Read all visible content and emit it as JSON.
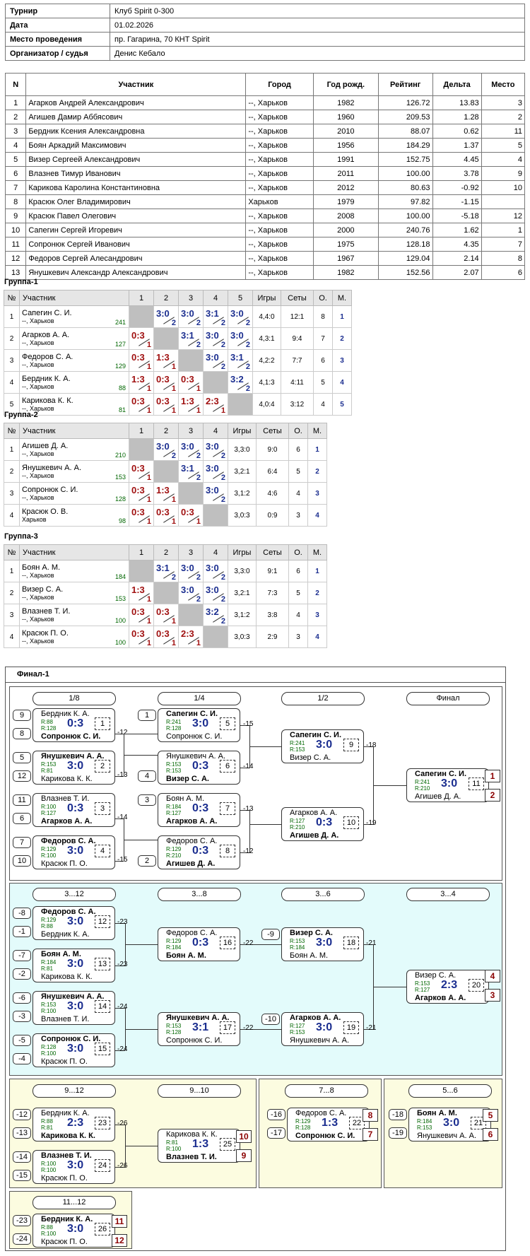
{
  "info": [
    [
      "Турнир",
      "Клуб Spirit 0-300"
    ],
    [
      "Дата",
      "01.02.2026"
    ],
    [
      "Место проведения",
      "пр. Гагарина, 70 КНТ Spirit"
    ],
    [
      "Организатор / судья",
      "Денис Кебало"
    ]
  ],
  "players_header": [
    "N",
    "Участник",
    "Город",
    "Год рожд.",
    "Рейтинг",
    "Дельта",
    "Место"
  ],
  "players": [
    [
      "1",
      "Агарков Андрей Александрович",
      "--, Харьков",
      "1982",
      "126.72",
      "13.83",
      "3"
    ],
    [
      "2",
      "Агишев Дамир Аббясович",
      "--, Харьков",
      "1960",
      "209.53",
      "1.28",
      "2"
    ],
    [
      "3",
      "Бердник Ксения Александровна",
      "--, Харьков",
      "2010",
      "88.07",
      "0.62",
      "11"
    ],
    [
      "4",
      "Боян Аркадий Максимович",
      "--, Харьков",
      "1956",
      "184.29",
      "1.37",
      "5"
    ],
    [
      "5",
      "Визер Сергеей Александрович",
      "--, Харьков",
      "1991",
      "152.75",
      "4.45",
      "4"
    ],
    [
      "6",
      "Влазнев Тимур Иванович",
      "--, Харьков",
      "2011",
      "100.00",
      "3.78",
      "9"
    ],
    [
      "7",
      "Карикова Каролина Константиновна",
      "--, Харьков",
      "2012",
      "80.63",
      "-0.92",
      "10"
    ],
    [
      "8",
      "Красюк Олег Владимирович",
      "Харьков",
      "1979",
      "97.82",
      "-1.15",
      ""
    ],
    [
      "9",
      "Красюк Павел Олегович",
      "--, Харьков",
      "2008",
      "100.00",
      "-5.18",
      "12"
    ],
    [
      "10",
      "Сапегин Сергей Игоревич",
      "--, Харьков",
      "2000",
      "240.76",
      "1.62",
      "1"
    ],
    [
      "11",
      "Сопронюк Сергей Иванович",
      "--, Харьков",
      "1975",
      "128.18",
      "4.35",
      "7"
    ],
    [
      "12",
      "Федоров Сергей Алесандрович",
      "--, Харьков",
      "1967",
      "129.04",
      "2.14",
      "8"
    ],
    [
      "13",
      "Янушкевич Александр Александрович",
      "--, Харьков",
      "1982",
      "152.56",
      "2.07",
      "6"
    ]
  ],
  "group_header": {
    "no": "№",
    "player": "Участник",
    "games": "Игры",
    "sets": "Сеты",
    "points": "О.",
    "place": "М."
  },
  "groups": [
    {
      "title": "Группа-1",
      "rows": [
        {
          "n": "1",
          "name": "Сапегин С. И.",
          "city": "--, Харьков",
          "r": "241",
          "res": [
            "",
            "3:0|2",
            "3:0|2",
            "3:1|2",
            "3:0|2"
          ],
          "g": "4,4:0",
          "s": "12:1",
          "o": "8",
          "m": "1"
        },
        {
          "n": "2",
          "name": "Агарков А. А.",
          "city": "--, Харьков",
          "r": "127",
          "res": [
            "0:3|1",
            "",
            "3:1|2",
            "3:0|2",
            "3:0|2"
          ],
          "g": "4,3:1",
          "s": "9:4",
          "o": "7",
          "m": "2"
        },
        {
          "n": "3",
          "name": "Федоров С. А.",
          "city": "--, Харьков",
          "r": "129",
          "res": [
            "0:3|1",
            "1:3|1",
            "",
            "3:0|2",
            "3:1|2"
          ],
          "g": "4,2:2",
          "s": "7:7",
          "o": "6",
          "m": "3"
        },
        {
          "n": "4",
          "name": "Бердник К. А.",
          "city": "--, Харьков",
          "r": "88",
          "res": [
            "1:3|1",
            "0:3|1",
            "0:3|1",
            "",
            "3:2|2"
          ],
          "g": "4,1:3",
          "s": "4:11",
          "o": "5",
          "m": "4"
        },
        {
          "n": "5",
          "name": "Карикова К. К.",
          "city": "--, Харьков",
          "r": "81",
          "res": [
            "0:3|1",
            "0:3|1",
            "1:3|1",
            "2:3|1",
            ""
          ],
          "g": "4,0:4",
          "s": "3:12",
          "o": "4",
          "m": "5"
        }
      ]
    },
    {
      "title": "Группа-2",
      "rows": [
        {
          "n": "1",
          "name": "Агишев Д. А.",
          "city": "--, Харьков",
          "r": "210",
          "res": [
            "",
            "3:0|2",
            "3:0|2",
            "3:0|2"
          ],
          "g": "3,3:0",
          "s": "9:0",
          "o": "6",
          "m": "1"
        },
        {
          "n": "2",
          "name": "Янушкевич А. А.",
          "city": "--, Харьков",
          "r": "153",
          "res": [
            "0:3|1",
            "",
            "3:1|2",
            "3:0|2"
          ],
          "g": "3,2:1",
          "s": "6:4",
          "o": "5",
          "m": "2"
        },
        {
          "n": "3",
          "name": "Сопронюк С. И.",
          "city": "--, Харьков",
          "r": "128",
          "res": [
            "0:3|1",
            "1:3|1",
            "",
            "3:0|2"
          ],
          "g": "3,1:2",
          "s": "4:6",
          "o": "4",
          "m": "3"
        },
        {
          "n": "4",
          "name": "Красюк О. В.",
          "city": "Харьков",
          "r": "98",
          "res": [
            "0:3|1",
            "0:3|1",
            "0:3|1",
            ""
          ],
          "g": "3,0:3",
          "s": "0:9",
          "o": "3",
          "m": "4"
        }
      ]
    },
    {
      "title": "Группа-3",
      "rows": [
        {
          "n": "1",
          "name": "Боян А. М.",
          "city": "--, Харьков",
          "r": "184",
          "res": [
            "",
            "3:1|2",
            "3:0|2",
            "3:0|2"
          ],
          "g": "3,3:0",
          "s": "9:1",
          "o": "6",
          "m": "1"
        },
        {
          "n": "2",
          "name": "Визер С. А.",
          "city": "--, Харьков",
          "r": "153",
          "res": [
            "1:3|1",
            "",
            "3:0|2",
            "3:0|2"
          ],
          "g": "3,2:1",
          "s": "7:3",
          "o": "5",
          "m": "2"
        },
        {
          "n": "3",
          "name": "Влазнев Т. И.",
          "city": "--, Харьков",
          "r": "100",
          "res": [
            "0:3|1",
            "0:3|1",
            "",
            "3:2|2"
          ],
          "g": "3,1:2",
          "s": "3:8",
          "o": "4",
          "m": "3"
        },
        {
          "n": "4",
          "name": "Красюк П. О.",
          "city": "--, Харьков",
          "r": "100",
          "res": [
            "0:3|1",
            "0:3|1",
            "2:3|1",
            ""
          ],
          "g": "3,0:3",
          "s": "2:9",
          "o": "3",
          "m": "4"
        }
      ]
    }
  ],
  "final_title": "Финал-1",
  "rounds": {
    "r8": "1/8",
    "r4": "1/4",
    "r2": "1/2",
    "rf": "Финал",
    "l12": "3...12",
    "l8": "3...8",
    "l6": "3...6",
    "l4": "3...4",
    "p912": "9...12",
    "p910": "9...10",
    "p78": "7...8",
    "p56": "5...6",
    "p1112": "11...12"
  },
  "matches": {
    "m1": {
      "a": "Бердник К. А.",
      "b": "Сопронюк С. И.",
      "ra": "R:88",
      "rb": "R:128",
      "s": "0:3",
      "n": "1",
      "w": "b"
    },
    "m2": {
      "a": "Янушкевич А. А.",
      "b": "Карикова К. К.",
      "ra": "R:153",
      "rb": "R:81",
      "s": "3:0",
      "n": "2",
      "w": "a"
    },
    "m3": {
      "a": "Влазнев Т. И.",
      "b": "Агарков А. А.",
      "ra": "R:100",
      "rb": "R:127",
      "s": "0:3",
      "n": "3",
      "w": "b"
    },
    "m4": {
      "a": "Федоров С. А.",
      "b": "Красюк П. О.",
      "ra": "R:129",
      "rb": "R:100",
      "s": "3:0",
      "n": "4",
      "w": "a"
    },
    "m5": {
      "a": "Сапегин С. И.",
      "b": "Сопронюк С. И.",
      "ra": "R:241",
      "rb": "R:128",
      "s": "3:0",
      "n": "5",
      "w": "a"
    },
    "m6": {
      "a": "Янушкевич А. А.",
      "b": "Визер С. А.",
      "ra": "R:153",
      "rb": "R:153",
      "s": "0:3",
      "n": "6",
      "w": "b"
    },
    "m7": {
      "a": "Боян А. М.",
      "b": "Агарков А. А.",
      "ra": "R:184",
      "rb": "R:127",
      "s": "0:3",
      "n": "7",
      "w": "b"
    },
    "m8": {
      "a": "Федоров С. А.",
      "b": "Агишев Д. А.",
      "ra": "R:129",
      "rb": "R:210",
      "s": "0:3",
      "n": "8",
      "w": "b"
    },
    "m9": {
      "a": "Сапегин С. И.",
      "b": "Визер С. А.",
      "ra": "R:241",
      "rb": "R:153",
      "s": "3:0",
      "n": "9",
      "w": "a"
    },
    "m10": {
      "a": "Агарков А. А.",
      "b": "Агишев Д. А.",
      "ra": "R:127",
      "rb": "R:210",
      "s": "0:3",
      "n": "10",
      "w": "b"
    },
    "m11": {
      "a": "Сапегин С. И.",
      "b": "Агишев Д. А.",
      "ra": "R:241",
      "rb": "R:210",
      "s": "3:0",
      "n": "11",
      "w": "a"
    },
    "m12": {
      "a": "Федоров С. А.",
      "b": "Бердник К. А.",
      "ra": "R:129",
      "rb": "R:88",
      "s": "3:0",
      "n": "12",
      "w": "a"
    },
    "m13": {
      "a": "Боян А. М.",
      "b": "Карикова К. К.",
      "ra": "R:184",
      "rb": "R:81",
      "s": "3:0",
      "n": "13",
      "w": "a"
    },
    "m14": {
      "a": "Янушкевич А. А.",
      "b": "Влазнев Т. И.",
      "ra": "R:153",
      "rb": "R:100",
      "s": "3:0",
      "n": "14",
      "w": "a"
    },
    "m15": {
      "a": "Сопронюк С. И.",
      "b": "Красюк П. О.",
      "ra": "R:128",
      "rb": "R:100",
      "s": "3:0",
      "n": "15",
      "w": "a"
    },
    "m16": {
      "a": "Федоров С. А.",
      "b": "Боян А. М.",
      "ra": "R:129",
      "rb": "R:184",
      "s": "0:3",
      "n": "16",
      "w": "b"
    },
    "m17": {
      "a": "Янушкевич А. А.",
      "b": "Сопронюк С. И.",
      "ra": "R:153",
      "rb": "R:128",
      "s": "3:1",
      "n": "17",
      "w": "a"
    },
    "m18": {
      "a": "Визер С. А.",
      "b": "Боян А. М.",
      "ra": "R:153",
      "rb": "R:184",
      "s": "3:0",
      "n": "18",
      "w": "a"
    },
    "m19": {
      "a": "Агарков А. А.",
      "b": "Янушкевич А. А.",
      "ra": "R:127",
      "rb": "R:153",
      "s": "3:0",
      "n": "19",
      "w": "a"
    },
    "m20": {
      "a": "Визер С. А.",
      "b": "Агарков А. А.",
      "ra": "R:153",
      "rb": "R:127",
      "s": "2:3",
      "n": "20",
      "w": "b"
    },
    "m23": {
      "a": "Бердник К. А.",
      "b": "Карикова К. К.",
      "ra": "R:88",
      "rb": "R:81",
      "s": "2:3",
      "n": "23",
      "w": "b"
    },
    "m24": {
      "a": "Влазнев Т. И.",
      "b": "Красюк П. О.",
      "ra": "R:100",
      "rb": "R:100",
      "s": "3:0",
      "n": "24",
      "w": "a"
    },
    "m25": {
      "a": "Карикова К. К.",
      "b": "Влазнев Т. И.",
      "ra": "R:81",
      "rb": "R:100",
      "s": "1:3",
      "n": "25",
      "w": "b"
    },
    "m22": {
      "a": "Федоров С. А.",
      "b": "Сопронюк С. И.",
      "ra": "R:129",
      "rb": "R:128",
      "s": "1:3",
      "n": "22",
      "w": "b"
    },
    "m21": {
      "a": "Боян А. М.",
      "b": "Янушкевич А. А.",
      "ra": "R:184",
      "rb": "R:153",
      "s": "3:0",
      "n": "21",
      "w": "a"
    },
    "m26": {
      "a": "Бердник К. А.",
      "b": "Красюк П. О.",
      "ra": "R:88",
      "rb": "R:100",
      "s": "3:0",
      "n": "26",
      "w": "a"
    }
  },
  "seeds": {
    "s1": "9",
    "s2": "8",
    "s3": "5",
    "s4": "12",
    "s5": "11",
    "s6": "6",
    "s7": "7",
    "s8": "10",
    "q1": "1",
    "q2": "4",
    "q3": "3",
    "q4": "2",
    "l1": "-8",
    "l2": "-1",
    "l3": "-7",
    "l4": "-2",
    "l5": "-6",
    "l6": "-3",
    "l7": "-5",
    "l8": "-4",
    "l9": "-9",
    "l10": "-10",
    "p1": "-12",
    "p2": "-13",
    "p3": "-14",
    "p4": "-15",
    "p5": "-16",
    "p6": "-17",
    "p7": "-18",
    "p8": "-19",
    "p9": "-23",
    "p10": "-24"
  },
  "links": {
    "a": "-12",
    "b": "-13",
    "c": "-14",
    "d": "-15",
    "e": "-15",
    "f": "-14",
    "g": "-13",
    "h": "-12",
    "i": "-18",
    "j": "-19",
    "k": "-23",
    "l": "-23",
    "m": "-24",
    "n": "-24",
    "o": "-22",
    "p": "-22",
    "q": "-21",
    "r": "-21",
    "s": "-26",
    "t": "-26"
  },
  "places": {
    "p1": "1",
    "p2": "2",
    "p3": "4",
    "p4": "3",
    "p5": "10",
    "p6": "9",
    "p7": "8",
    "p8": "7",
    "p9": "5",
    "p10": "6",
    "p11": "11",
    "p12": "12"
  }
}
